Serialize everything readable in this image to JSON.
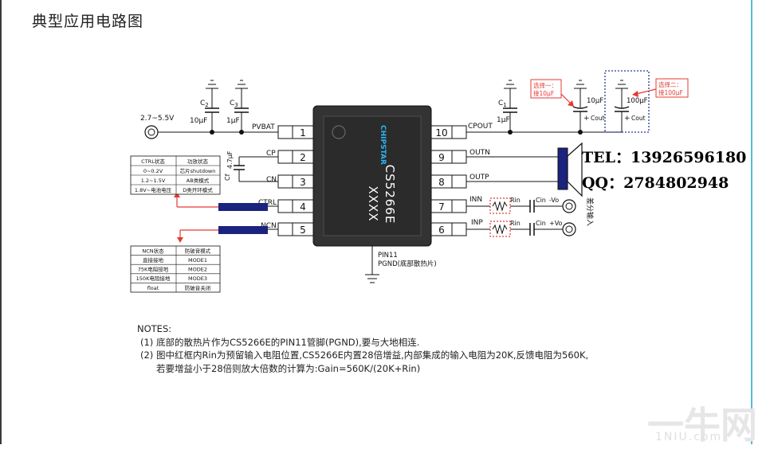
{
  "title": "典型应用电路图",
  "supply": {
    "voltage": "2.7~5.5V"
  },
  "caps": {
    "c2_name": "C",
    "c2_sub": "2",
    "c3_name": "C",
    "c3_sub": "3",
    "c2_value": "10μF",
    "c3_value": "1μF",
    "c1_name": "C",
    "c1_sub": "1",
    "c1_value": "1μF",
    "cf_value": "4.7μF",
    "cf_name": "Cf",
    "cout1_value": "10μF",
    "cout2_value": "100μF",
    "cout1_label": "Cout",
    "cout2_label": "Cout",
    "plus": "+"
  },
  "option1": {
    "line1": "选择一：",
    "line2": "接10μF"
  },
  "option2": {
    "line1": "选择二：",
    "line2": "接100μF"
  },
  "chip": {
    "logo": "CHIPSTAR",
    "part": "CS5266E",
    "code": "XXXX",
    "pin11": "PIN11",
    "pgnd": "PGND(底部散热片)"
  },
  "pins_left": [
    {
      "num": "1",
      "name": "PVBAT"
    },
    {
      "num": "2",
      "name": "CP"
    },
    {
      "num": "3",
      "name": "CN"
    },
    {
      "num": "4",
      "name": "CTRL"
    },
    {
      "num": "5",
      "name": "NCN"
    }
  ],
  "pins_right": [
    {
      "num": "10",
      "name": "CPOUT"
    },
    {
      "num": "9",
      "name": "OUTN"
    },
    {
      "num": "8",
      "name": "OUTP"
    },
    {
      "num": "7",
      "name": "INN"
    },
    {
      "num": "6",
      "name": "INP"
    }
  ],
  "inputs": {
    "rin1": "Rin",
    "rin2": "Rin",
    "cin1": "Cin",
    "cin2": "Cin",
    "vo_minus": "-Vo",
    "vo_plus": "+Vo",
    "diff_input": "差分输入"
  },
  "ctrl_table": {
    "headers": [
      "CTRL状态",
      "功放状态"
    ],
    "rows": [
      [
        "0~0.2V",
        "芯片shutdown"
      ],
      [
        "1.2~1.5V",
        "AB类模式"
      ],
      [
        "1.8V~电池电压",
        "D类开环模式"
      ]
    ]
  },
  "ncn_table": {
    "headers": [
      "NCN状态",
      "防破音模式"
    ],
    "rows": [
      [
        "直接接地",
        "MODE1"
      ],
      [
        "75K电阻接地",
        "MODE2"
      ],
      [
        "150K电阻接地",
        "MODE3"
      ],
      [
        "float",
        "防破音关闭"
      ]
    ]
  },
  "contact": {
    "tel": "TEL：13926596180",
    "qq": "QQ：2784802948"
  },
  "notes": {
    "heading": "NOTES:",
    "n1": "(1) 底部的散热片作为CS5266E的PIN11管脚(PGND),要与大地相连.",
    "n2": "(2) 图中红框内Rin为预留输入电阻位置,CS5266E内置28倍增益,内部集成的输入电阻为20K,反馈电阻为560K,",
    "n3": "若要增益小于28倍则放大倍数的计算为:Gain=560K/(20K+Rin)"
  },
  "watermark": {
    "main": "一牛网",
    "sub": "1NIU.com"
  },
  "colors": {
    "accent": "#1a237e",
    "red": "#e53935",
    "chip": "#333333",
    "pin": "#111111"
  }
}
